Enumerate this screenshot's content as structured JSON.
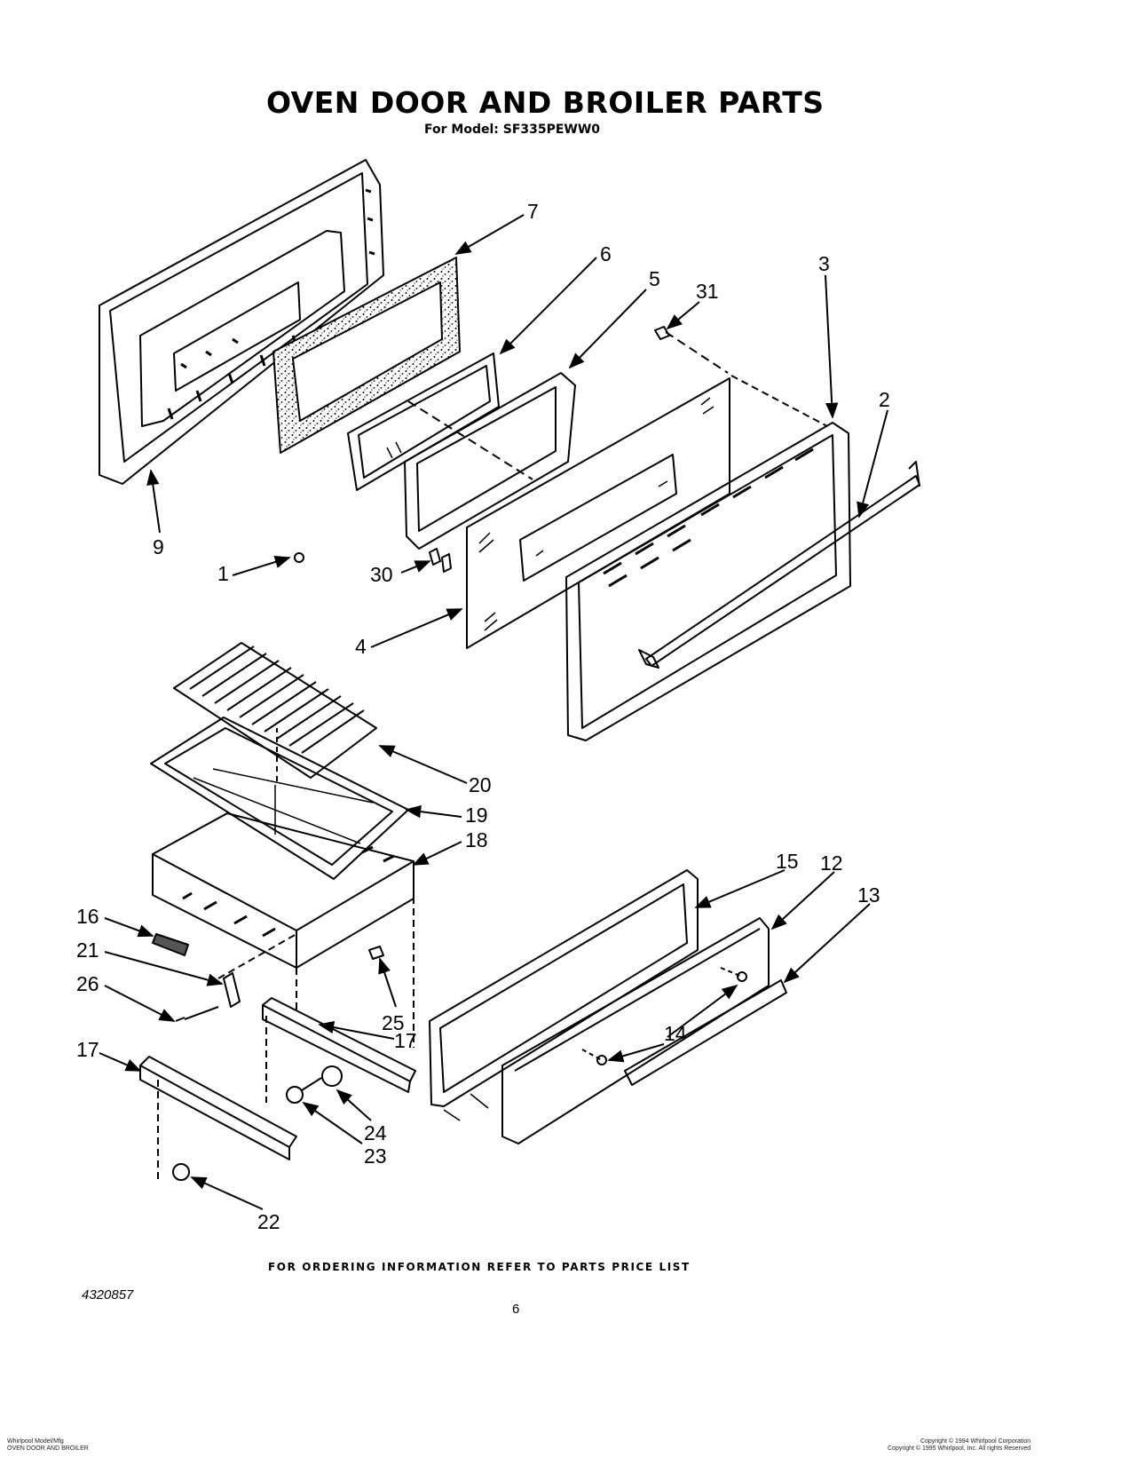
{
  "header": {
    "title": "OVEN DOOR AND BROILER PARTS",
    "subtitle": "For Model: SF335PEWW0"
  },
  "callouts": {
    "c1": "1",
    "c2": "2",
    "c3": "3",
    "c4": "4",
    "c5": "5",
    "c6": "6",
    "c7": "7",
    "c9": "9",
    "c12": "12",
    "c13": "13",
    "c14": "14",
    "c15": "15",
    "c16": "16",
    "c17a": "17",
    "c17b": "17",
    "c18": "18",
    "c19": "19",
    "c20": "20",
    "c21": "21",
    "c22": "22",
    "c23": "23",
    "c24": "24",
    "c25": "25",
    "c26": "26",
    "c30": "30",
    "c31": "31"
  },
  "footer": {
    "ordering_note": "FOR ORDERING INFORMATION REFER TO PARTS PRICE LIST",
    "document_number": "4320857",
    "page_number": "6",
    "left_fine_1": "Whirlpool Model/Mfg",
    "left_fine_2": "OVEN DOOR AND BROILER",
    "right_fine_1": "Copyright © 1994 Whirlpool Corporation",
    "right_fine_2": "Copyright © 1995 Whirlpool, Inc. All rights Reserved"
  }
}
